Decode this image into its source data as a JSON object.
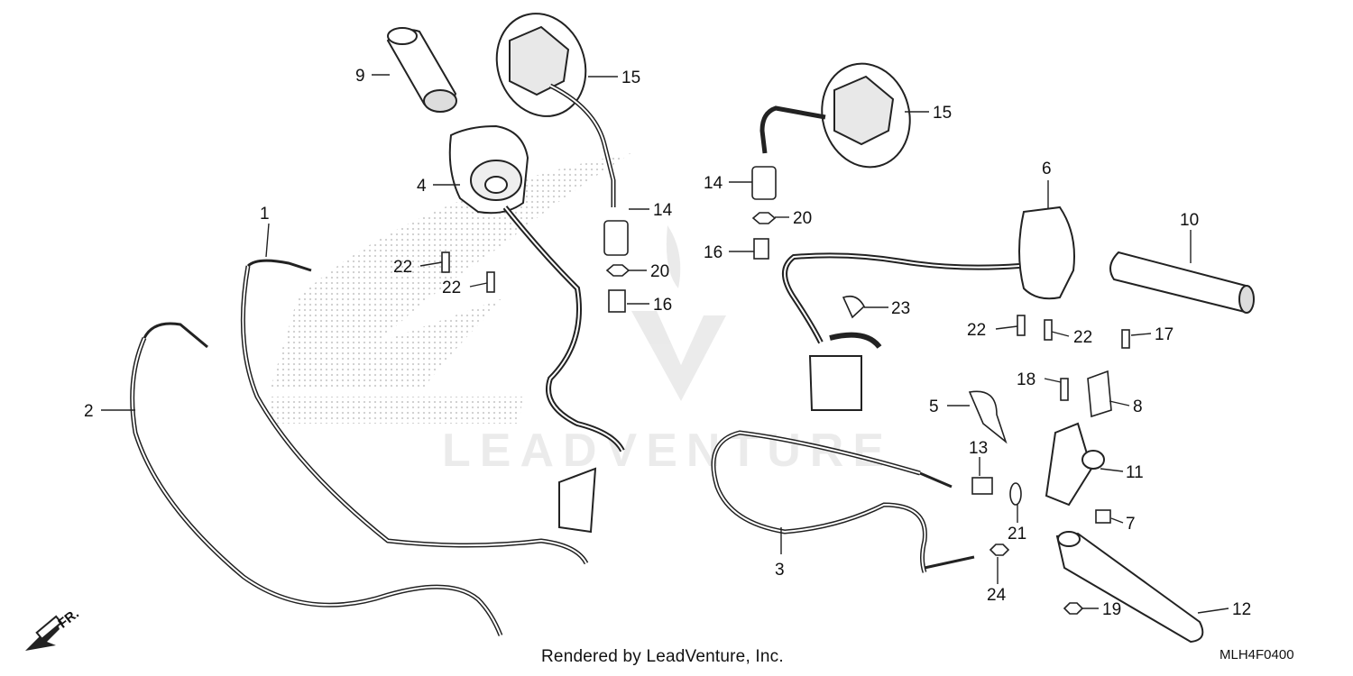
{
  "diagram": {
    "footer_text": "Rendered by LeadVenture, Inc.",
    "diagram_code": "MLH4F0400",
    "direction_label": "FR.",
    "watermark_text": "LEADVENTURE",
    "parts": [
      {
        "id": "1",
        "label": "1"
      },
      {
        "id": "2",
        "label": "2"
      },
      {
        "id": "3",
        "label": "3"
      },
      {
        "id": "4",
        "label": "4"
      },
      {
        "id": "5",
        "label": "5"
      },
      {
        "id": "6",
        "label": "6"
      },
      {
        "id": "7",
        "label": "7"
      },
      {
        "id": "8",
        "label": "8"
      },
      {
        "id": "9",
        "label": "9"
      },
      {
        "id": "10",
        "label": "10"
      },
      {
        "id": "11",
        "label": "11"
      },
      {
        "id": "12",
        "label": "12"
      },
      {
        "id": "13",
        "label": "13"
      },
      {
        "id": "14a",
        "label": "14"
      },
      {
        "id": "14b",
        "label": "14"
      },
      {
        "id": "15a",
        "label": "15"
      },
      {
        "id": "15b",
        "label": "15"
      },
      {
        "id": "16a",
        "label": "16"
      },
      {
        "id": "16b",
        "label": "16"
      },
      {
        "id": "17",
        "label": "17"
      },
      {
        "id": "18",
        "label": "18"
      },
      {
        "id": "19",
        "label": "19"
      },
      {
        "id": "20a",
        "label": "20"
      },
      {
        "id": "20b",
        "label": "20"
      },
      {
        "id": "21",
        "label": "21"
      },
      {
        "id": "22a",
        "label": "22"
      },
      {
        "id": "22b",
        "label": "22"
      },
      {
        "id": "22c",
        "label": "22"
      },
      {
        "id": "22d",
        "label": "22"
      },
      {
        "id": "23",
        "label": "23"
      },
      {
        "id": "24",
        "label": "24"
      }
    ]
  }
}
